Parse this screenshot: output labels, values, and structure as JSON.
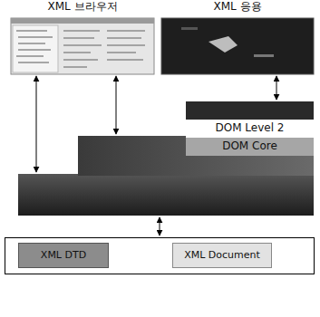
{
  "diagram": {
    "nodes": [
      {
        "text": [
          "XML 브라우저"
        ]
      },
      {
        "text": [
          "XML 응용"
        ]
      },
      {
        "text": [
          "DOM Level 2"
        ]
      },
      {
        "text": [
          "DOM Core"
        ]
      },
      {
        "text": [
          "XML DTD"
        ]
      },
      {
        "text": [
          "XML Document"
        ]
      }
    ]
  }
}
